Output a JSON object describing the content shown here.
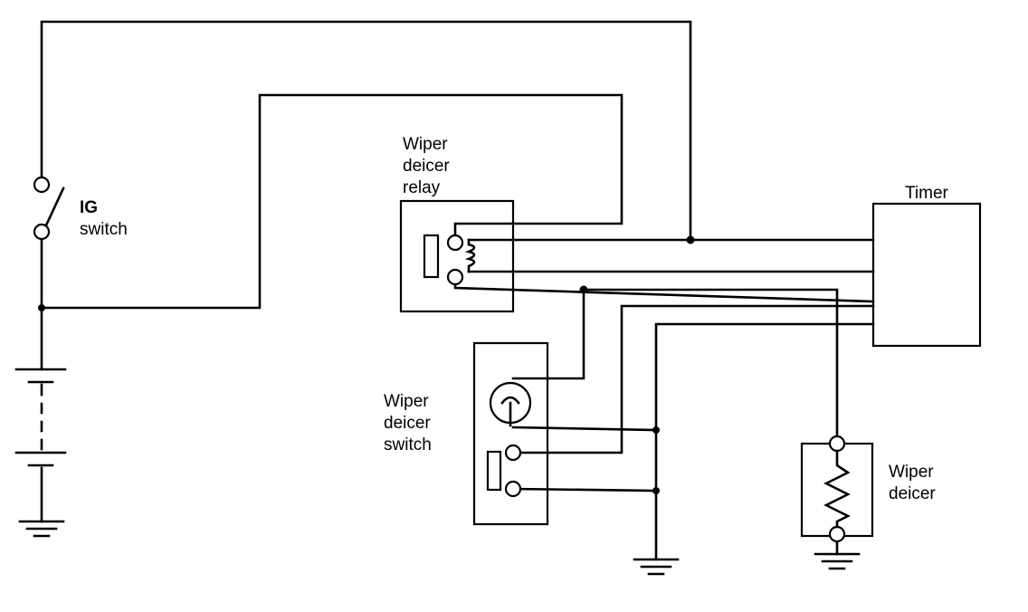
{
  "labels": {
    "ig_switch": [
      "IG",
      "switch"
    ],
    "relay": [
      "Wiper",
      "deicer",
      "relay"
    ],
    "timer": [
      "Timer"
    ],
    "deicer_switch": [
      "Wiper",
      "deicer",
      "switch"
    ],
    "deicer": [
      "Wiper",
      "deicer"
    ]
  },
  "colors": {
    "ink": "#000000",
    "paper": "#ffffff"
  }
}
